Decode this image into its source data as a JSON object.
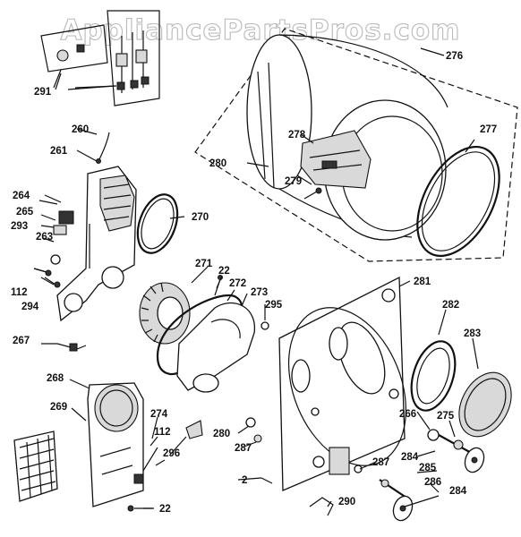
{
  "watermark": "AppliancePartsPros.com",
  "labels": {
    "l2": "2",
    "l22a": "22",
    "l22b": "22",
    "l112a": "112",
    "l112b": "112",
    "l260": "260",
    "l261": "261",
    "l263": "263",
    "l264": "264",
    "l265": "265",
    "l266": "266",
    "l267": "267",
    "l268": "268",
    "l269": "269",
    "l270": "270",
    "l271": "271",
    "l272": "272",
    "l273": "273",
    "l274": "274",
    "l275": "275",
    "l276": "276",
    "l277": "277",
    "l278": "278",
    "l279": "279",
    "l280a": "280",
    "l280b": "280",
    "l281": "281",
    "l282": "282",
    "l283": "283",
    "l284a": "284",
    "l284b": "284",
    "l285": "285",
    "l286": "286",
    "l287a": "287",
    "l287b": "287",
    "l290": "290",
    "l291": "291",
    "l293": "293",
    "l294": "294",
    "l295": "295",
    "l296": "296"
  }
}
